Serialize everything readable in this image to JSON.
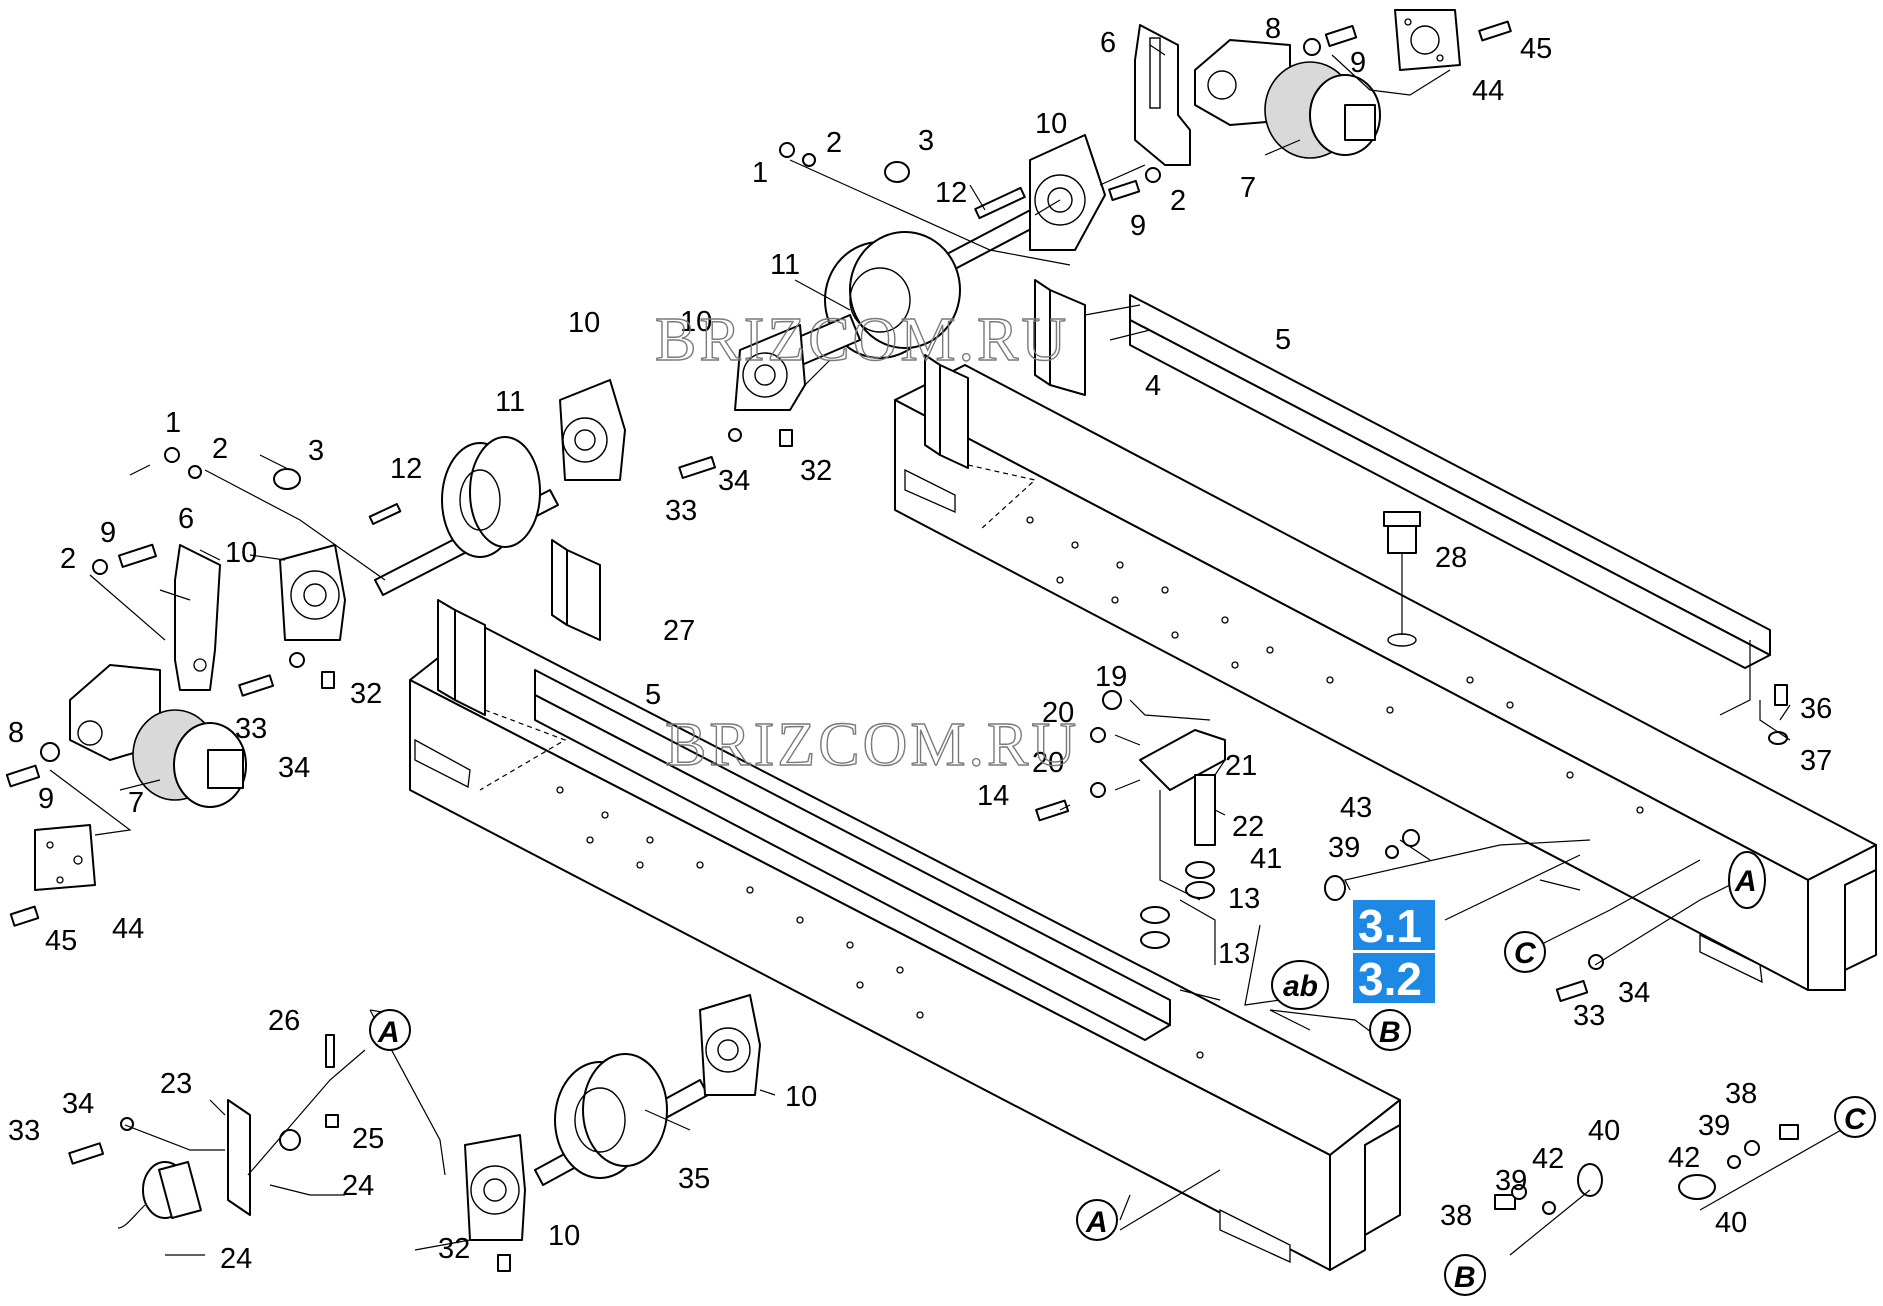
{
  "watermarks": [
    "BRIZCOM.RU",
    "BRIZCOM.RU"
  ],
  "badges": [
    {
      "label": "3.1",
      "color": "#1e88e5"
    },
    {
      "label": "3.2",
      "color": "#1e88e5"
    }
  ],
  "refs": {
    "A": "A",
    "B": "B",
    "C": "C",
    "ab": "ab"
  },
  "callouts": {
    "n1": "1",
    "n2": "2",
    "n3": "3",
    "n4": "4",
    "n5": "5",
    "n6": "6",
    "n7": "7",
    "n8": "8",
    "n9": "9",
    "n10": "10",
    "n11": "11",
    "n12": "12",
    "n13": "13",
    "n14": "14",
    "n19": "19",
    "n20": "20",
    "n21": "21",
    "n22": "22",
    "n23": "23",
    "n24": "24",
    "n25": "25",
    "n26": "26",
    "n27": "27",
    "n28": "28",
    "n32": "32",
    "n33": "33",
    "n34": "34",
    "n35": "35",
    "n36": "36",
    "n37": "37",
    "n38": "38",
    "n39": "39",
    "n40": "40",
    "n41": "41",
    "n42": "42",
    "n43": "43",
    "n44": "44",
    "n45": "45"
  }
}
